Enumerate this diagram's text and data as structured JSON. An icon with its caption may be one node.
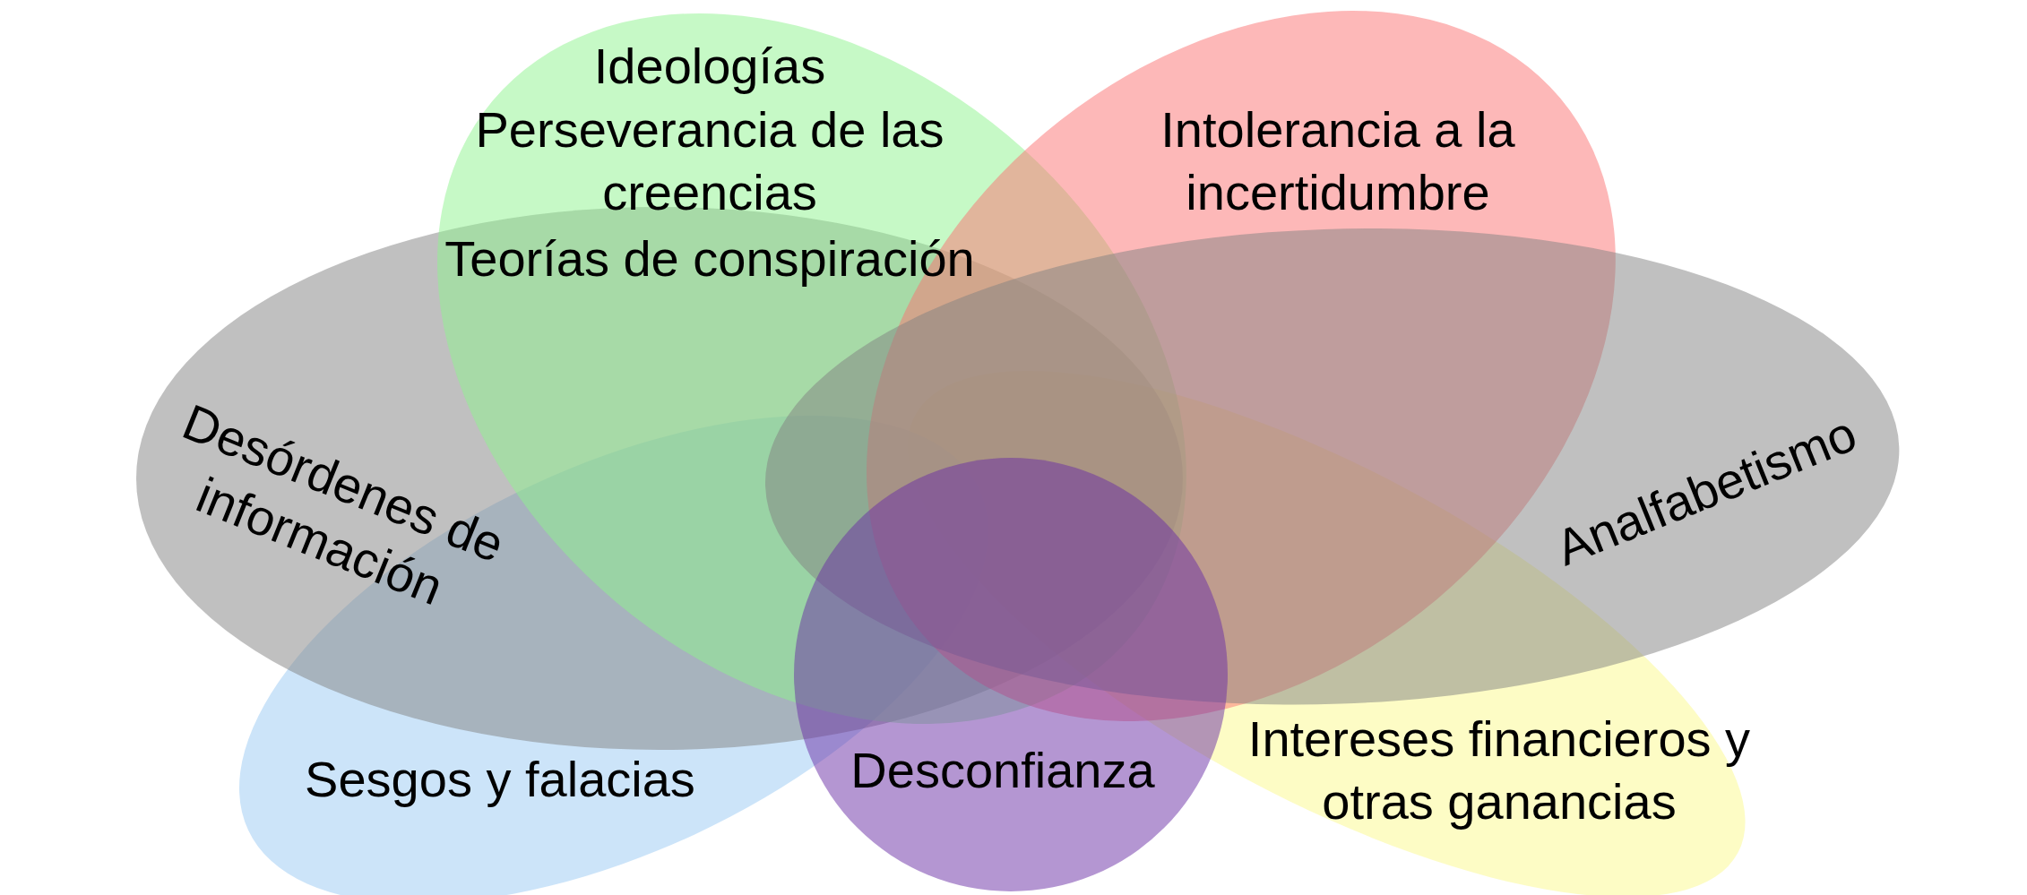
{
  "diagram": {
    "nodes": [
      {
        "text": [
          "Ideologías",
          "Perseverancia de las creencias",
          "Teorías de conspiración"
        ]
      },
      {
        "text": [
          "Intolerancia a la incertidumbre"
        ]
      },
      {
        "text": [
          "Desórdenes de información"
        ]
      },
      {
        "text": [
          "Analfabetismo"
        ]
      },
      {
        "text": [
          "Sesgos y falacias"
        ]
      },
      {
        "text": [
          "Desconfianza"
        ]
      },
      {
        "text": [
          "Intereses financieros y otras ganancias"
        ]
      }
    ]
  }
}
